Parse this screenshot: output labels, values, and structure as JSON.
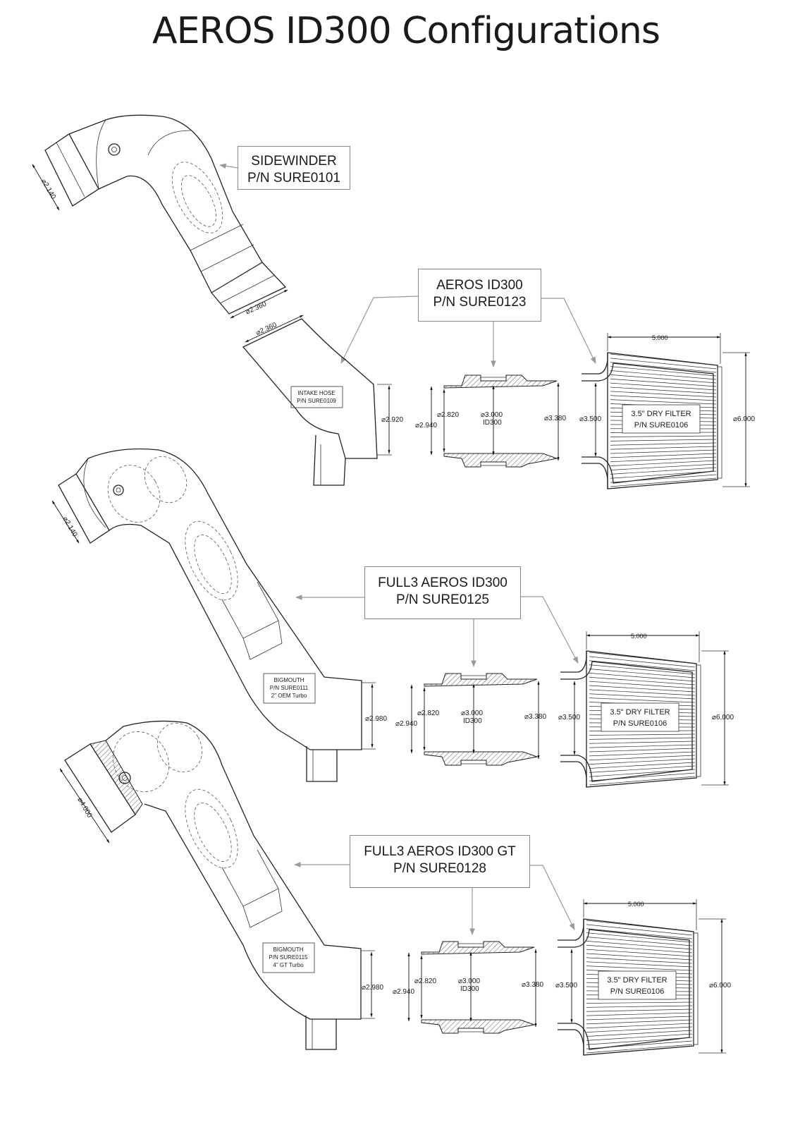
{
  "title": "AEROS ID300 Configurations",
  "callouts": {
    "sidewinder": {
      "line1": "SIDEWINDER",
      "line2": "P/N SURE0101"
    },
    "aeros": {
      "line1": "AEROS ID300",
      "line2": "P/N SURE0123"
    },
    "full3": {
      "line1": "FULL3 AEROS ID300",
      "line2": "P/N SURE0125"
    },
    "full3gt": {
      "line1": "FULL3 AEROS ID300 GT",
      "line2": "P/N SURE0128"
    }
  },
  "parts": {
    "intake_hose": {
      "line1": "INTAKE HOSE",
      "line2": "P/N SURE0109"
    },
    "bigmouth_oem": {
      "line1": "BIGMOUTH",
      "line2": "P/N SURE0111",
      "line3": "2\" OEM Turbo"
    },
    "bigmouth_gt": {
      "line1": "BIGMOUTH",
      "line2": "P/N SURE0115",
      "line3": "4\" GT Turbo"
    },
    "filter": {
      "line1": "3.5\" DRY FILTER",
      "line2": "P/N SURE0106"
    }
  },
  "dimensions": {
    "d2140": "2.140",
    "d2360": "2.360",
    "d2920": "2.920",
    "d2980": "2.980",
    "d4000": "4.000",
    "d2820": "2.820",
    "d2940": "2.940",
    "d3000": "3.000",
    "id300": "ID300",
    "d3380": "3.380",
    "d3500": "3.500",
    "d6000": "6.000",
    "len5000": "5.000",
    "dia_symbol": "⌀"
  }
}
